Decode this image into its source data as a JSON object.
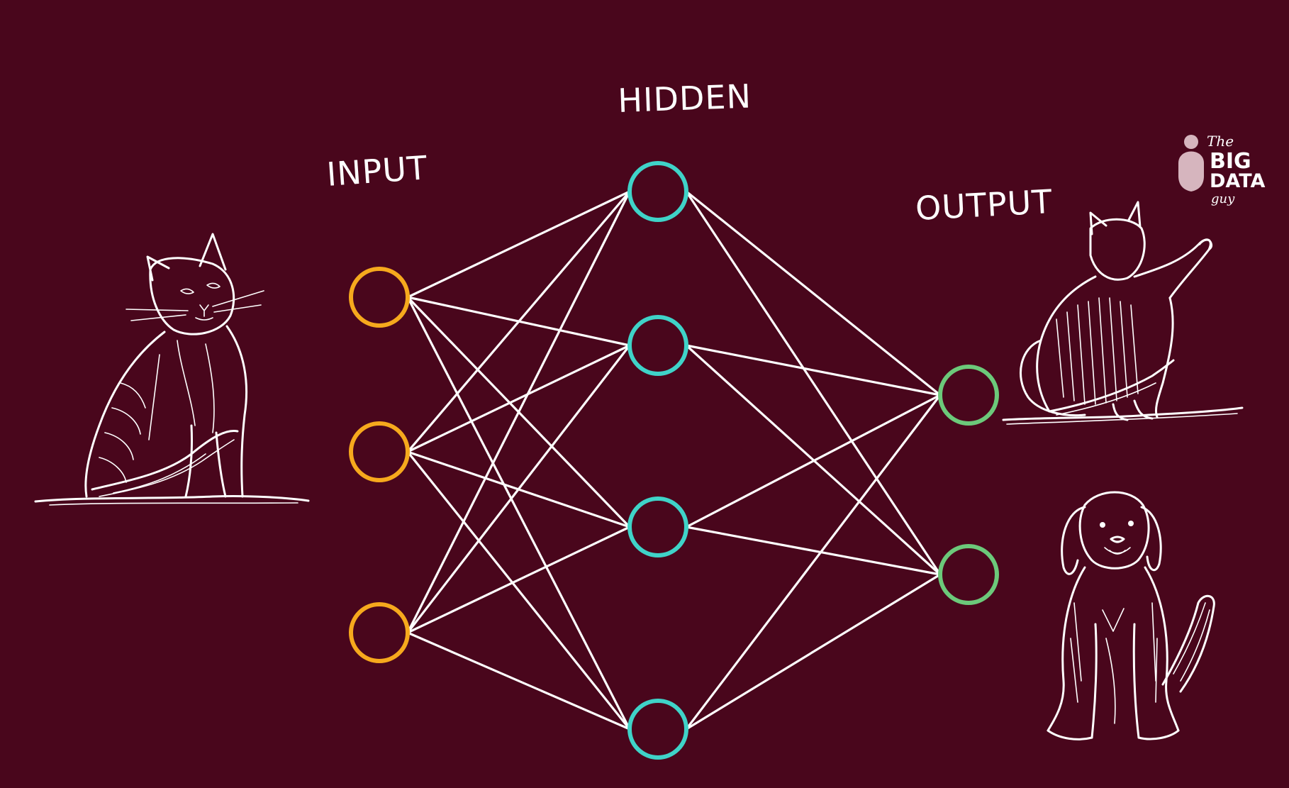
{
  "diagram": {
    "background": "#49061c",
    "labels": {
      "input": "INPUT",
      "hidden": "HIDDEN",
      "output": "OUTPUT"
    },
    "layers": [
      {
        "name": "input",
        "count": 3,
        "color": "#f6a91d"
      },
      {
        "name": "hidden",
        "count": 4,
        "color": "#3fd3c8"
      },
      {
        "name": "output",
        "count": 2,
        "color": "#6cc97a"
      }
    ],
    "connections": "fully-connected",
    "edge_color": "#ffffff",
    "illustrations": {
      "input_image": "sitting-cat-sketch",
      "output_images": [
        "cat-sketch",
        "dog-sketch"
      ]
    }
  },
  "logo": {
    "line1": "The",
    "line2": "BIG",
    "line3": "DATA",
    "line4": "guy"
  }
}
